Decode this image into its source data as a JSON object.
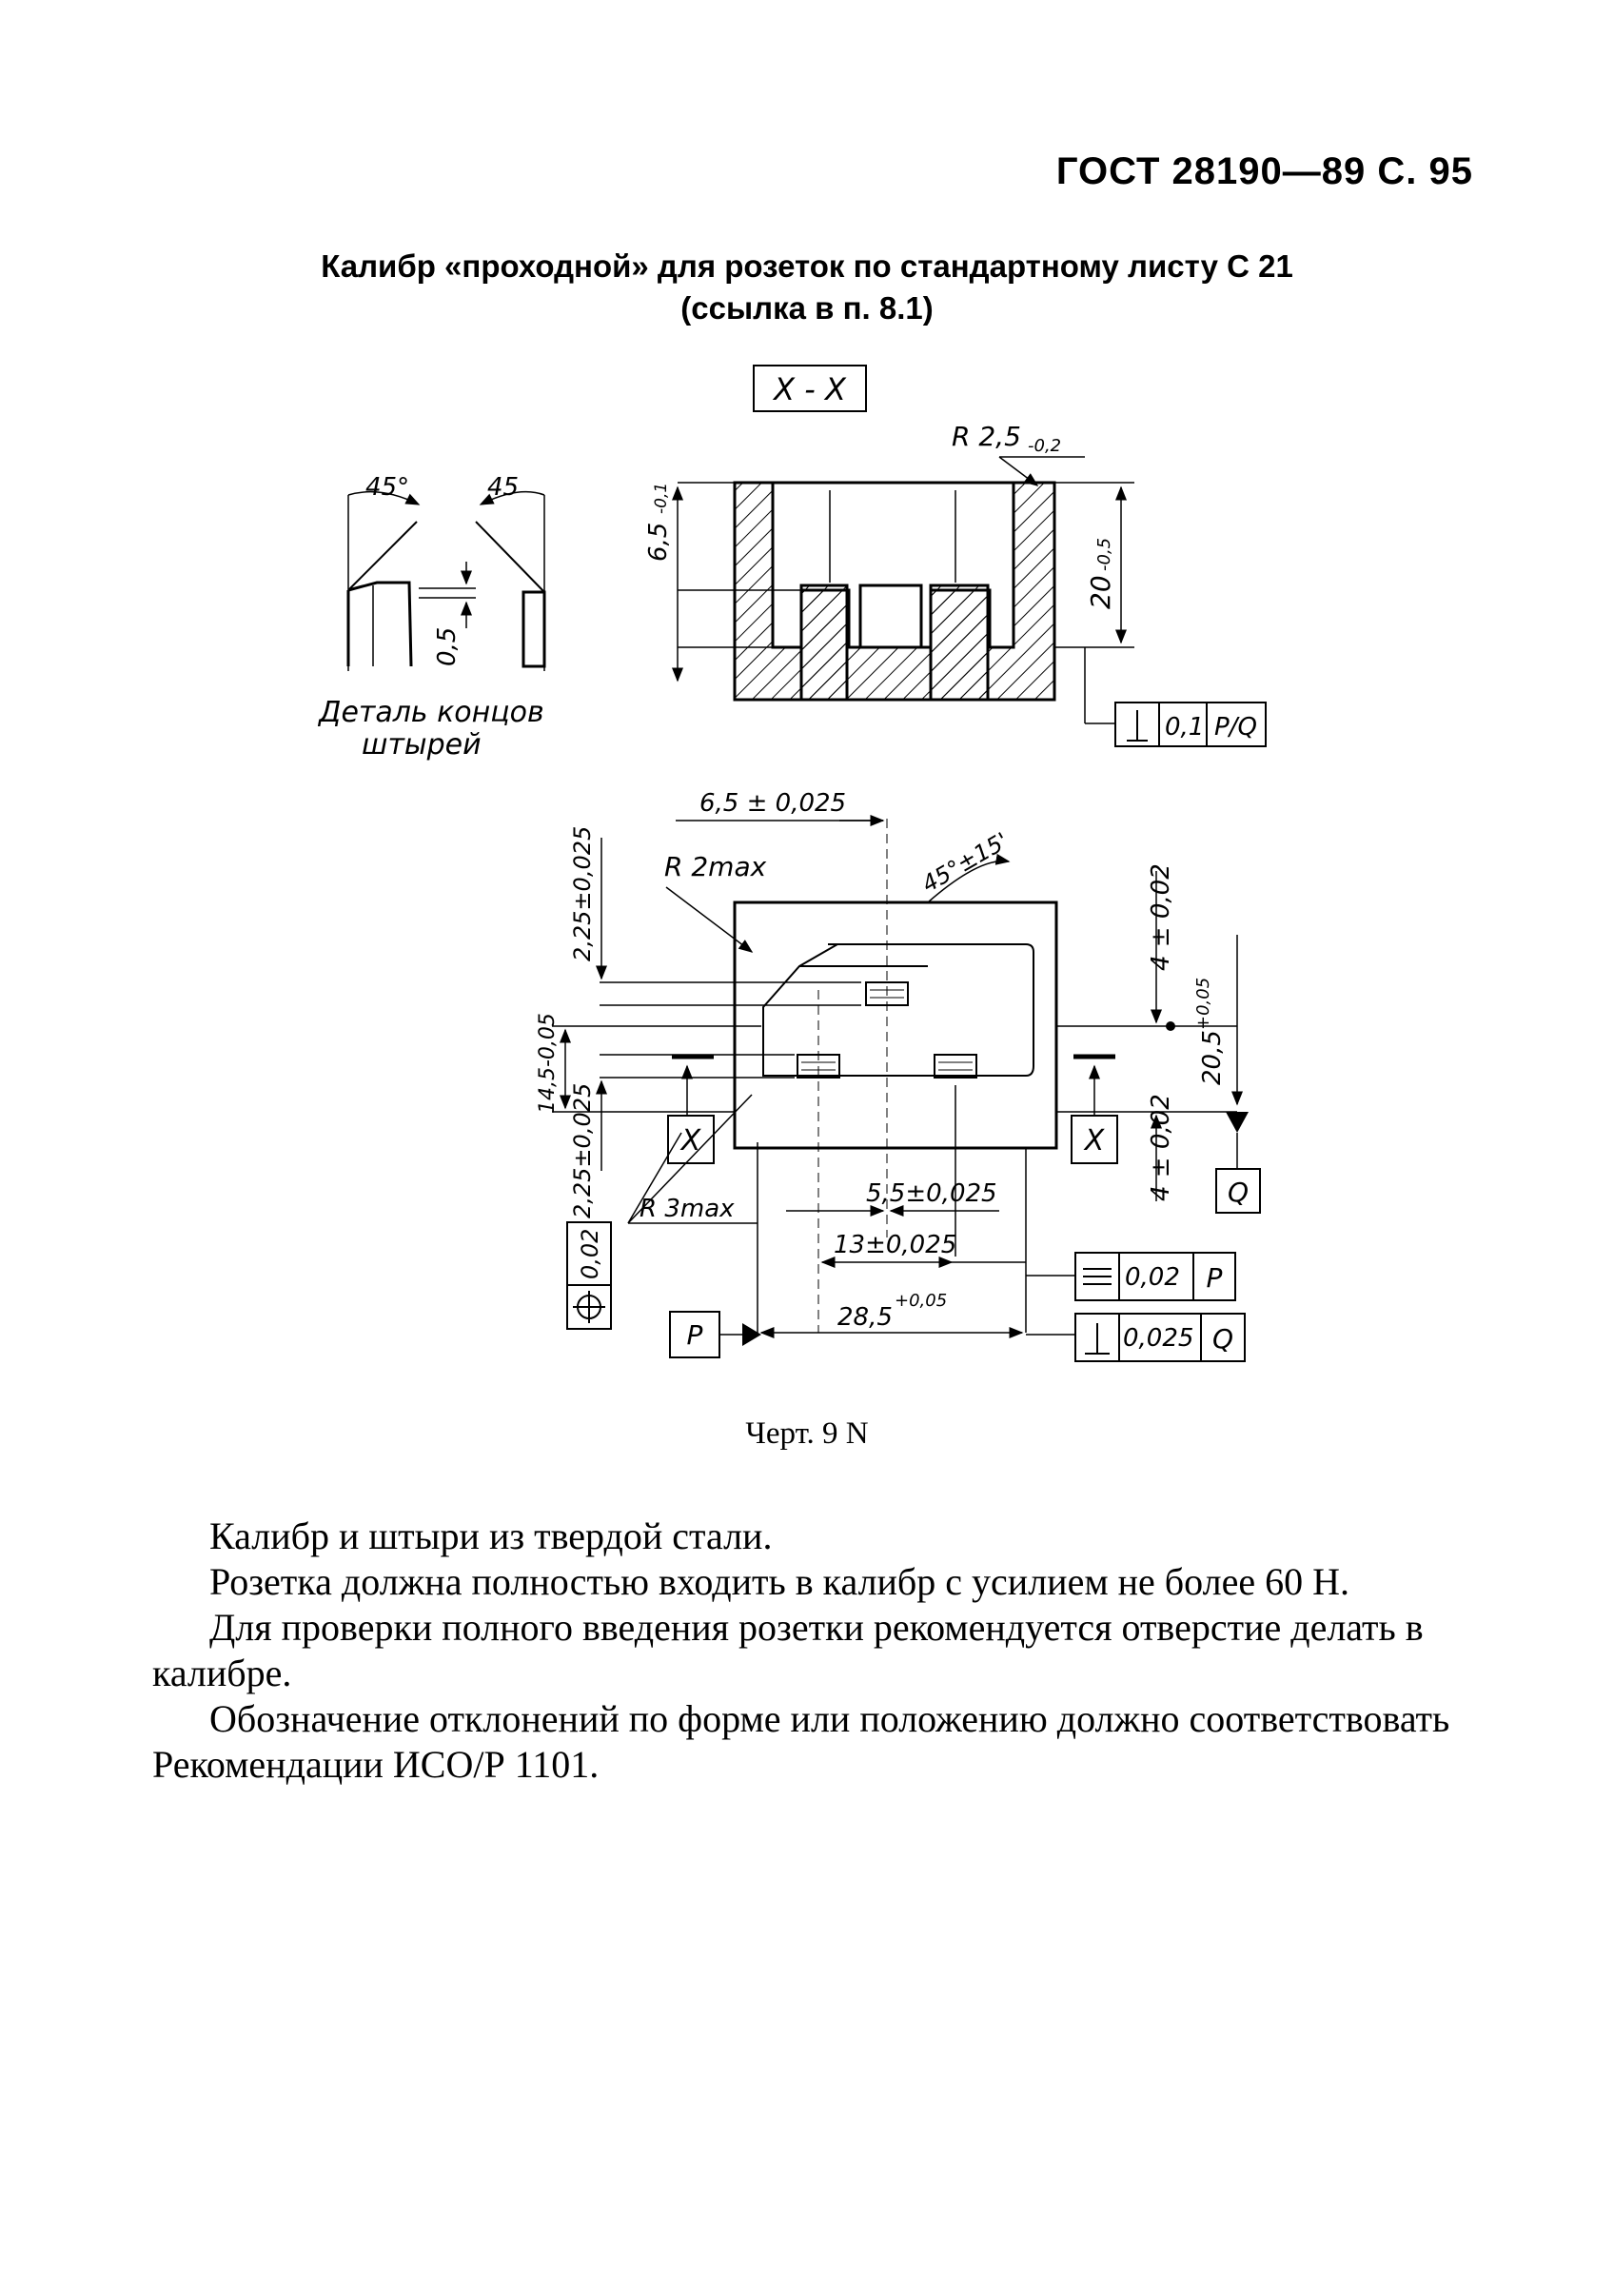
{
  "header": {
    "text": "ГОСТ 28190—89 С. 95"
  },
  "title": {
    "line1": "Калибр «проходной» для розеток по стандартному листу С 21",
    "line2": "(ссылка в п. 8.1)"
  },
  "drawing": {
    "section_label": "X - X",
    "radius_top": "R 2,5",
    "radius_top_tol": "-0,2",
    "dim_6_5": "6,5",
    "dim_6_5_tol": "-0,1",
    "dim_20": "20",
    "dim_20_tol": "-0,5",
    "tol_perp_value": "0,1",
    "tol_perp_ref": "P/Q",
    "angle_45": "45°",
    "angle_45b": "45",
    "dim_0_5": "0,5",
    "detail_caption_1": "Деталь концов",
    "detail_caption_2": "штырей",
    "dim_6_5_pm": "6,5 ± 0,025",
    "radius_2": "R 2max",
    "angle_45_15": "45°±15'",
    "dim_2_25_top": "2,25±0,025",
    "dim_4_top": "4 ± 0,02",
    "dim_14_5": "14,5-0,05",
    "dim_20_5": "20,5",
    "dim_20_5_tol": "+0,05",
    "dim_2_25_bot": "2,25±0,025",
    "dim_4_bot": "4 ± 0,02",
    "label_x": "X",
    "label_q": "Q",
    "label_p": "P",
    "radius_3": "R 3max",
    "dim_5_5": "5,5±0,025",
    "dim_13": "13±0,025",
    "dim_28_5": "28,5",
    "dim_28_5_tol": "+0,05",
    "tol_pos_value": "0,02",
    "tol_sym_value": "0,02",
    "tol_perp2_value": "0,025"
  },
  "caption": "Черт. 9 N",
  "body": [
    "Калибр и штыри из твердой стали.",
    "Розетка должна полностью входить в калибр с усилием не более 60 Н.",
    "Для проверки полного введения розетки рекомендуется отверстие делать в калибре.",
    "Обозначение отклонений по форме или положению должно соответствовать Рекомендации ИСО/Р 1101."
  ]
}
